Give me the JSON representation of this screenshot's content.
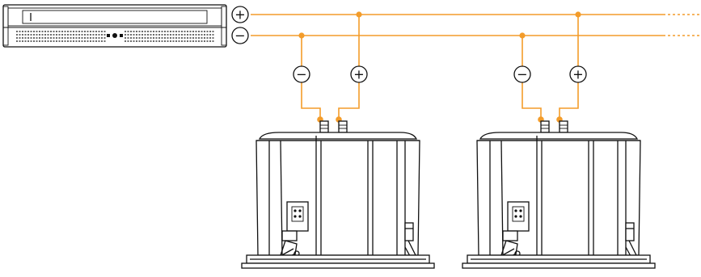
{
  "diagram": {
    "polarity": {
      "positive_symbol": "+",
      "negative_symbol": "−"
    },
    "colors": {
      "wire": "#f39c2a",
      "line_art": "#111111",
      "background": "#ffffff"
    },
    "components": {
      "amplifier": "rack-amplifier",
      "speakers": [
        "ceiling-speaker",
        "ceiling-speaker"
      ]
    }
  }
}
